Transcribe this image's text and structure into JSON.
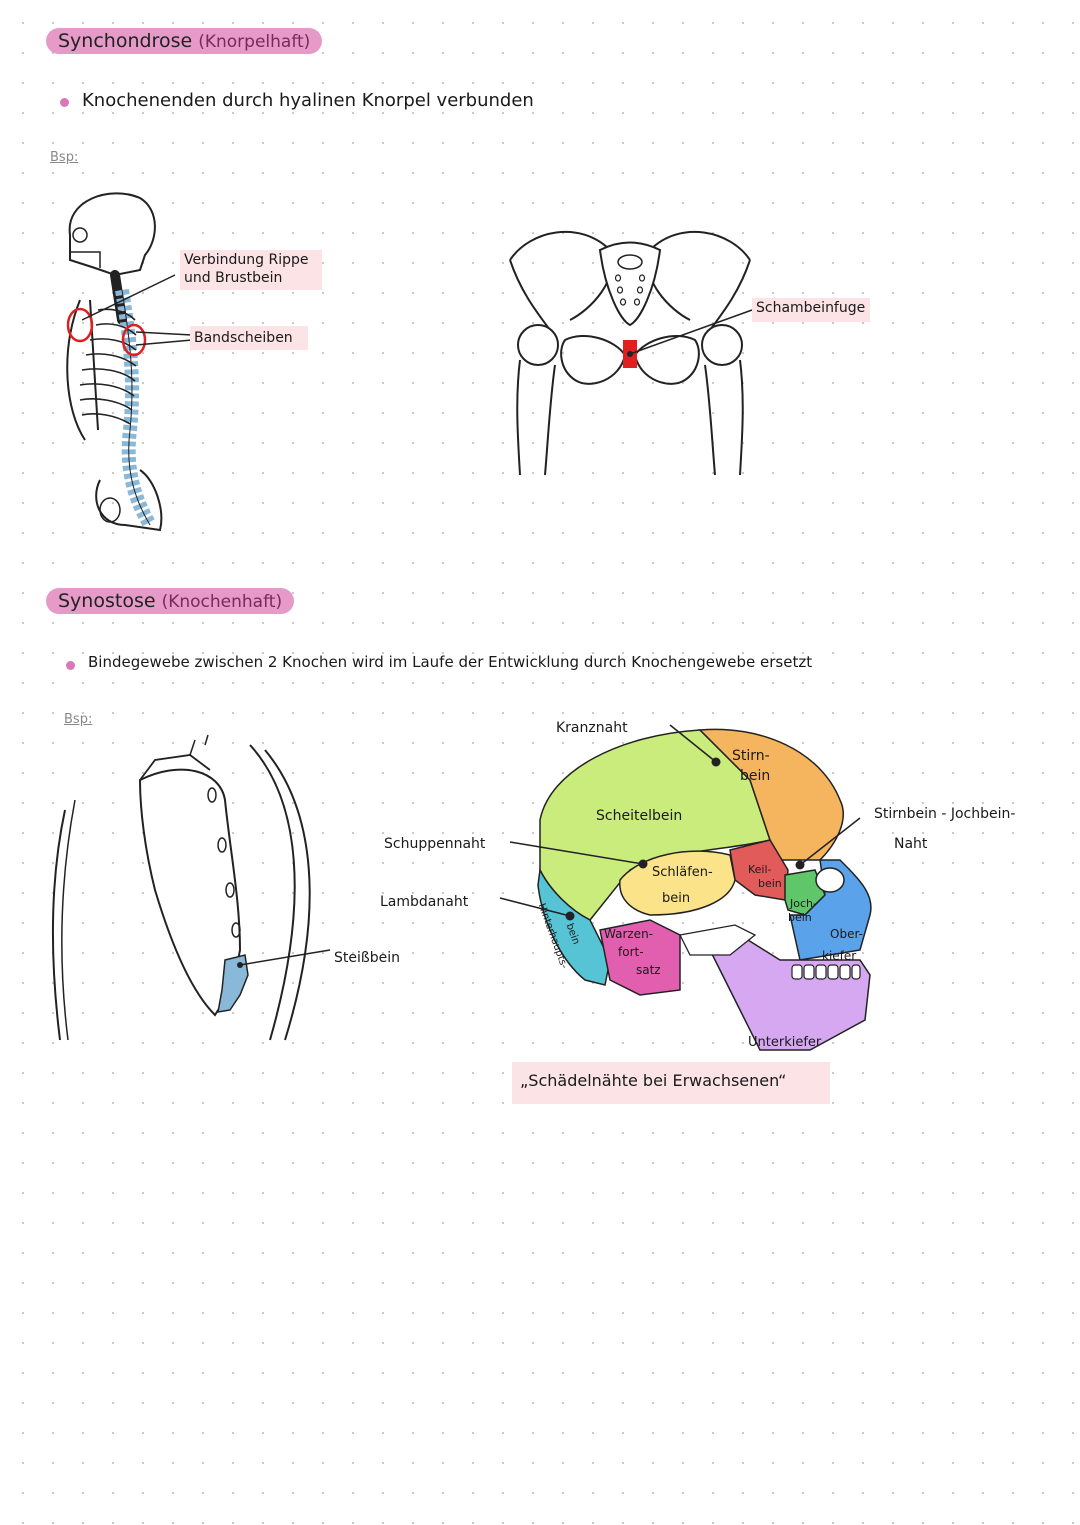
{
  "section1": {
    "title": "Synchondrose",
    "subtitle": "(Knorpelhaft)",
    "bullet": "Knochenenden durch hyalinen Knorpel verbunden",
    "example_label": "Bsp:",
    "spine_labels": {
      "rib_joint": [
        "Verbindung Rippe",
        "und Brustbein"
      ],
      "discs": "Bandscheiben"
    },
    "pelvis_label": "Schambeinfuge"
  },
  "section2": {
    "title": "Synostose",
    "subtitle": "(Knochenhaft)",
    "bullet": "Bindegewebe zwischen 2 Knochen wird im Laufe der Entwicklung durch Knochengewebe ersetzt",
    "example_label": "Bsp:",
    "coccyx_label": "Steißbein",
    "skull_labels": {
      "kranznaht": "Kranznaht",
      "stirnbein": [
        "Stirn-",
        "bein"
      ],
      "scheitelbein": "Scheitelbein",
      "schuppennaht": "Schuppennaht",
      "lambdanaht": "Lambdanaht",
      "schlaefenbein": [
        "Schläfen-",
        "bein"
      ],
      "keilbein": [
        "Keil-",
        "bein"
      ],
      "jochbein": [
        "Joch-",
        "bein"
      ],
      "hinterhauptbein": [
        "Hinterhaupts-",
        "bein"
      ],
      "warzenfortsatz": [
        "Warzen-",
        "fort-",
        "satz"
      ],
      "oberkiefer": [
        "Ober-",
        "kiefer"
      ],
      "unterkiefer": "Unterkiefer",
      "stirnbein_jochbein_naht": [
        "Stirnbein - Jochbein-",
        "Naht"
      ]
    },
    "caption": "„Schädelnähte bei Erwachsenen“"
  },
  "colors": {
    "heading_bg": "#e59ac8",
    "label_box": "#fbe3e6",
    "bullet": "#d878b6",
    "spine_disc": "#8ab8d8",
    "marker_red": "#e02020",
    "stirnbein": "#f5b55e",
    "scheitelbein": "#c9ec7c",
    "schlaefenbein": "#fbe38a",
    "keilbein": "#e25b5b",
    "jochbein": "#5fc66a",
    "oberkiefer": "#5aa2ea",
    "unterkiefer": "#d7a8f2",
    "hinterhauptbein": "#56c4d4",
    "warzenfortsatz": "#e25fb0"
  }
}
